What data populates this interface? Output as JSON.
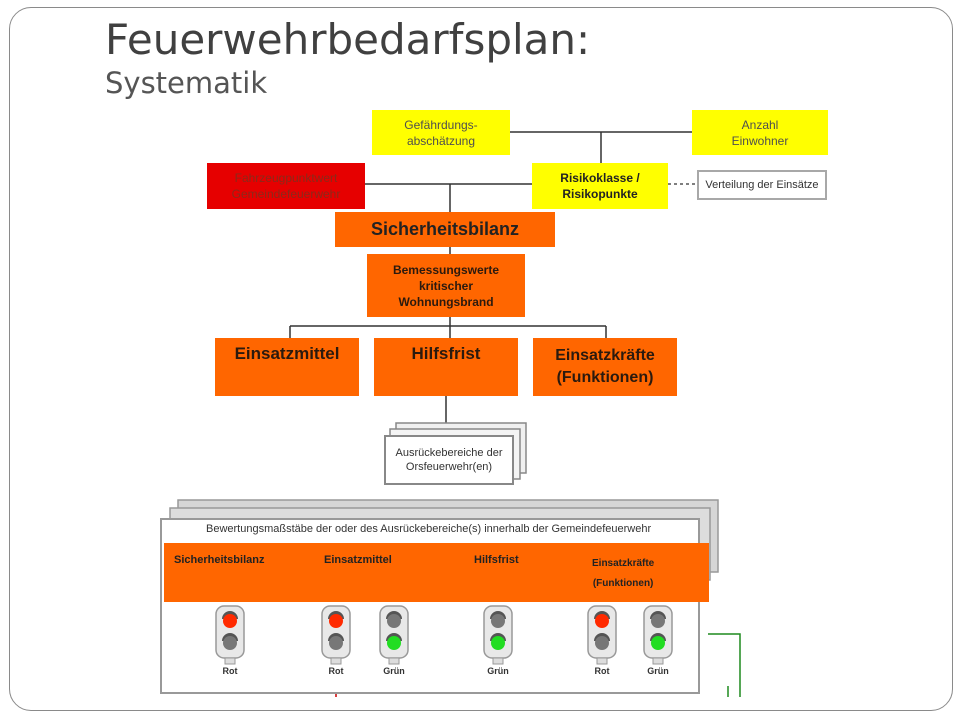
{
  "title": {
    "line1": "Feuerwehrbedarfsplan:",
    "line2": "Systematik"
  },
  "nodes": {
    "gefaehrdung": "Gefährdungs-\nabschätzung",
    "einwohner": "Anzahl\nEinwohner",
    "fahrzeug": "Fahrzeugpunktwert\nGemeindefeuerwehr",
    "risiko": "Risikoklasse /\nRisikopunkte",
    "verteilung": "Verteilung der Einsätze",
    "sicherheit": "Sicherheitsbilanz",
    "bemessung": "Bemessungswerte\nkritischer\nWohnungsbrand",
    "einsatzmittel": "Einsatzmittel",
    "hilfsfrist": "Hilfsfrist",
    "einsatzkraefte": "Einsatzkräfte\n(Funktionen)",
    "ausrueck": "Ausrückebereiche der\nOrsfeuerwehr(en)"
  },
  "bewertung": {
    "header": "Bewertungsmaßstäbe der oder des Ausrückebereiche(s) innerhalb der Gemeindefeuerwehr",
    "columns": [
      "Sicherheitsbilanz",
      "Einsatzmittel",
      "Hilfsfrist",
      "Einsatzkräfte\n(Funktionen)"
    ]
  },
  "lights": [
    {
      "status": "red",
      "label": "Rot"
    },
    {
      "status": "red",
      "label": "Rot"
    },
    {
      "status": "green",
      "label": "Grün"
    },
    {
      "status": "green",
      "label": "Grün"
    },
    {
      "status": "red",
      "label": "Rot"
    },
    {
      "status": "green",
      "label": "Grün"
    }
  ],
  "colors": {
    "yellow": "#ffff00",
    "red": "#e60000",
    "orange": "#ff6600",
    "signal_red": "#ff2a00",
    "signal_green": "#22dd22"
  }
}
